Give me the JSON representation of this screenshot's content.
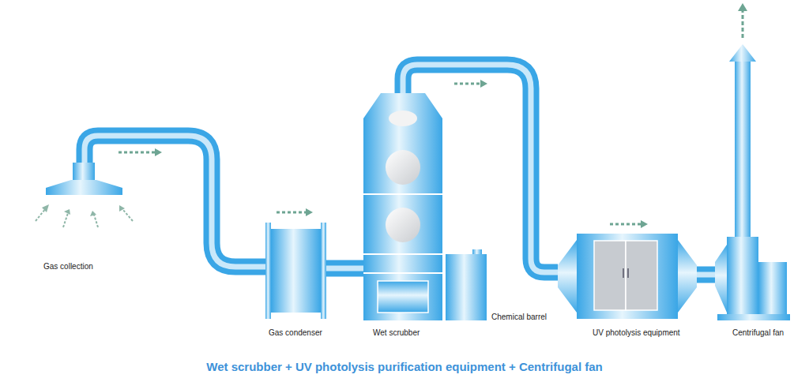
{
  "diagram": {
    "caption": "Wet scrubber + UV photolysis purification equipment + Centrifugal fan",
    "nodes": [
      {
        "text": [
          "Gas collection"
        ]
      },
      {
        "text": [
          "Gas condenser"
        ]
      },
      {
        "text": [
          "Wet scrubber"
        ]
      },
      {
        "text": [
          "Chemical barrel"
        ]
      },
      {
        "text": [
          "UV photolysis equipment"
        ]
      },
      {
        "text": [
          "Centrifugal fan"
        ]
      }
    ],
    "edges": [
      {
        "from": 0,
        "to": 1,
        "arrow": "to"
      },
      {
        "from": 1,
        "to": 2,
        "arrow": "to"
      },
      {
        "from": 2,
        "to": 4,
        "arrow": "to"
      },
      {
        "from": 4,
        "to": 5,
        "arrow": "to"
      }
    ]
  }
}
